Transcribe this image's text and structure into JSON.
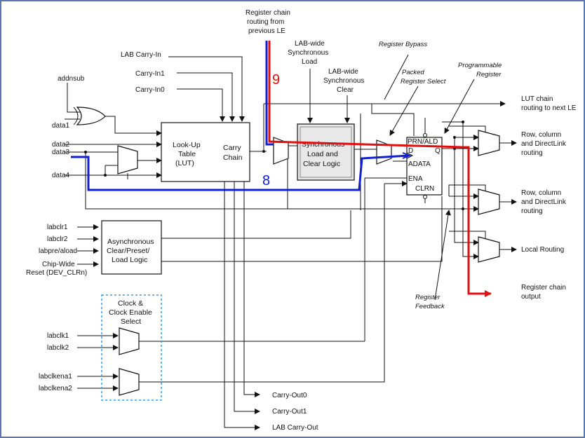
{
  "inputs": {
    "addnsub": "addnsub",
    "data1": "data1",
    "data2": "data2",
    "data3": "data3",
    "data4": "data4",
    "lab_carry_in": "LAB Carry-In",
    "carry_in1": "Carry-In1",
    "carry_in0": "Carry-In0",
    "labclr1": "labclr1",
    "labclr2": "labclr2",
    "labpre_aload": "labpre/aload",
    "chip_wide_1": "Chip-Wide",
    "chip_wide_2": "Reset (DEV_CLRn)",
    "labclk1": "labclk1",
    "labclk2": "labclk2",
    "labclkena1": "labclkena1",
    "labclkena2": "labclkena2"
  },
  "top_labels": {
    "reg_chain_in": [
      "Register chain",
      "routing from",
      "previous LE"
    ],
    "lab_sync_load": [
      "LAB-wide",
      "Synchronous",
      "Load"
    ],
    "lab_sync_clear": [
      "LAB-wide",
      "Synchronous",
      "Clear"
    ],
    "register_bypass": "Register Bypass",
    "packed_register_select": [
      "Packed",
      "Register Select"
    ],
    "programmable_register": [
      "Programmable",
      "Register"
    ]
  },
  "blocks": {
    "lut": [
      "Look-Up",
      "Table",
      "(LUT)"
    ],
    "carry_chain": [
      "Carry",
      "Chain"
    ],
    "sync_load": [
      "Synchronous",
      "Load and",
      "Clear Logic"
    ],
    "async_logic": [
      "Asynchronous",
      "Clear/Preset/",
      "Load Logic"
    ],
    "clock_select": [
      "Clock &",
      "Clock Enable",
      "Select"
    ]
  },
  "register": {
    "prn_ald": "PRN/ALD",
    "d": "D",
    "q": "Q",
    "adata": "ADATA",
    "ena": "ENA",
    "clrn": "CLRN"
  },
  "outputs": {
    "lut_chain": [
      "LUT chain",
      "routing to next LE"
    ],
    "row_col_1": [
      "Row, column",
      "and DirectLink",
      "routing"
    ],
    "row_col_2": [
      "Row, column",
      "and DirectLink",
      "routing"
    ],
    "local_routing": "Local Routing",
    "reg_chain_out": [
      "Register chain",
      "output"
    ],
    "register_feedback": [
      "Register",
      "Feedback"
    ],
    "carry_out0": "Carry-Out0",
    "carry_out1": "Carry-Out1",
    "lab_carry_out": "LAB Carry-Out"
  },
  "annotations": {
    "path_9": "9",
    "path_8": "8"
  },
  "colors": {
    "red_path": "#e01010",
    "blue_path": "#1020d0",
    "clock_box": "#3a9ad9",
    "sync_fill": "#e8e8e8",
    "frame": "#5a78b0"
  }
}
